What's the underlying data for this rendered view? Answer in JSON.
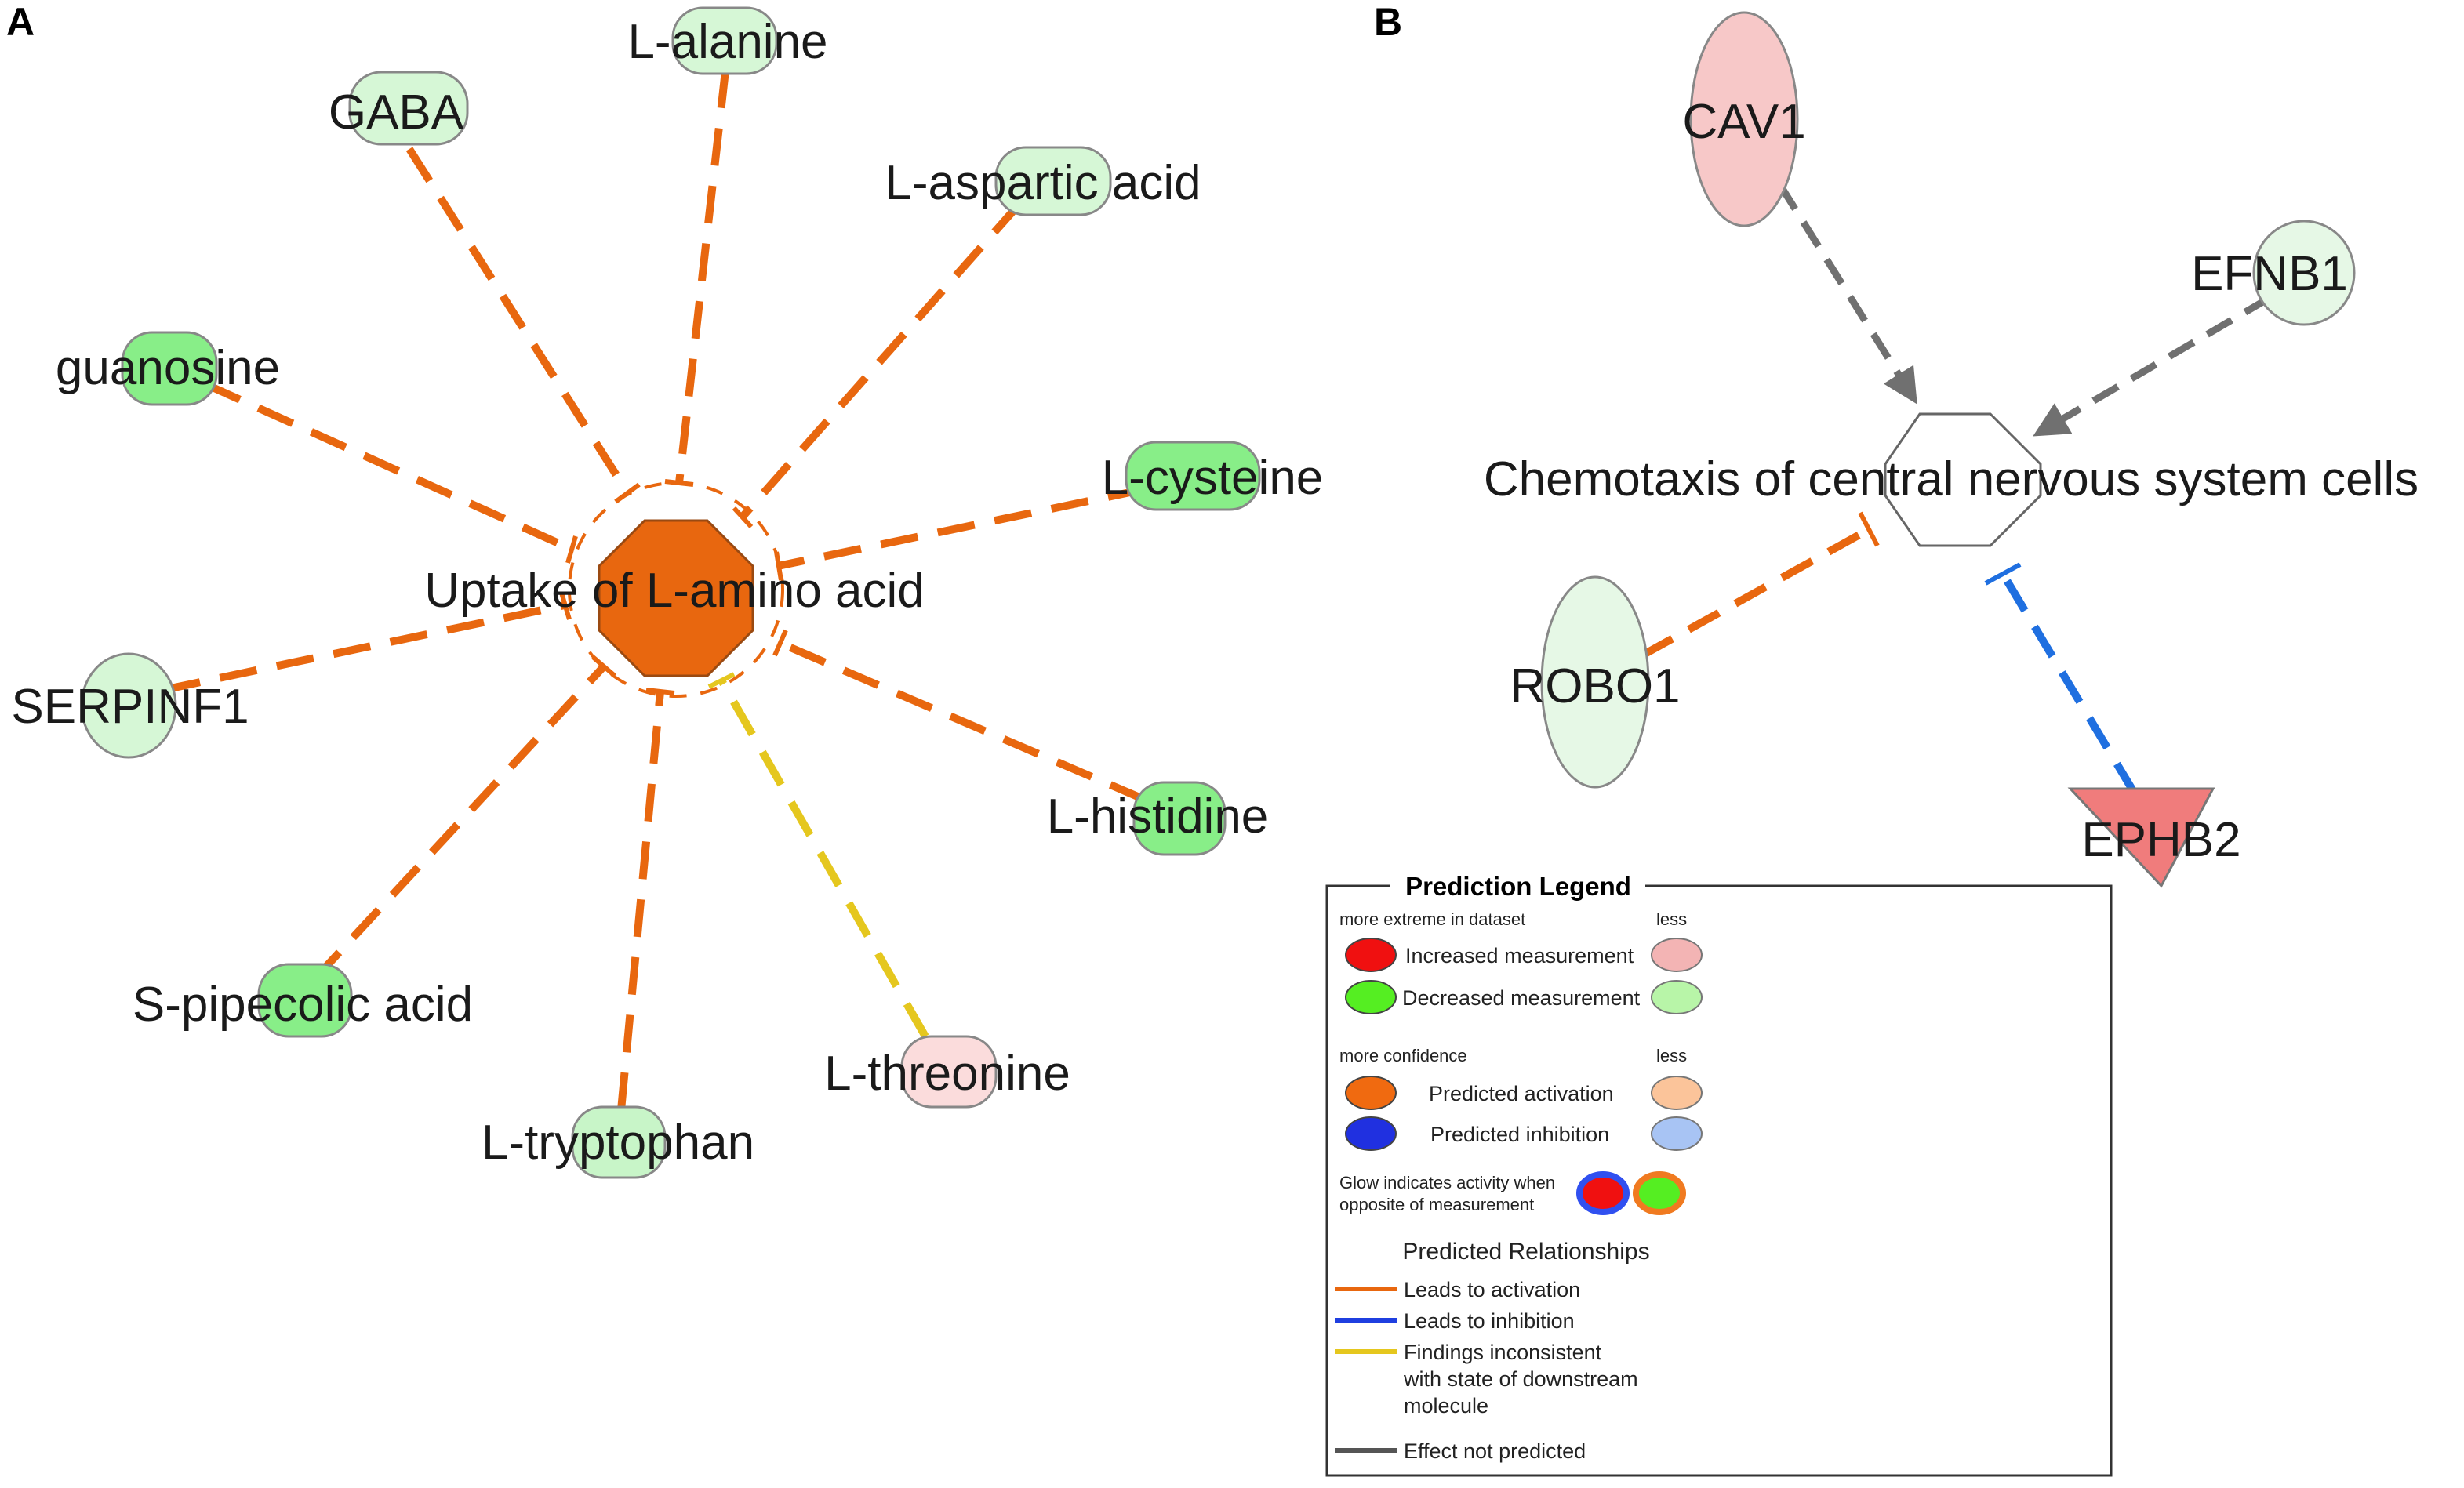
{
  "panels": {
    "a": "A",
    "b": "B"
  },
  "diagram_a": {
    "center": "Uptake of L-amino acid",
    "nodes": {
      "gaba": "GABA",
      "alanine": "L-alanine",
      "aspartic": "L-aspartic acid",
      "guanosine": "guanosine",
      "cysteine": "L-cysteine",
      "serpinf1": "SERPINF1",
      "histidine": "L-histidine",
      "pipecolic": "S-pipecolic acid",
      "threonine": "L-threonine",
      "tryptophan": "L-tryptophan"
    }
  },
  "diagram_b": {
    "center": "Chemotaxis of central nervous system cells",
    "nodes": {
      "cav1": "CAV1",
      "efnb1": "EFNB1",
      "robo1": "ROBO1",
      "ephb2": "EPHB2"
    }
  },
  "legend": {
    "title": "Prediction Legend",
    "more_extreme": "more extreme in dataset",
    "less_1": "less",
    "increased": "Increased measurement",
    "decreased": "Decreased measurement",
    "more_confidence": "more confidence",
    "less_2": "less",
    "activation": "Predicted activation",
    "inhibition": "Predicted inhibition",
    "glow_line1": "Glow indicates activity when",
    "glow_line2": "opposite of measurement",
    "relationships_title": "Predicted Relationships",
    "leads_activation": "Leads to activation",
    "leads_inhibition": "Leads to inhibition",
    "inconsistent_1": "Findings inconsistent",
    "inconsistent_2": "with state of downstream",
    "inconsistent_3": "molecule",
    "not_predicted": "Effect not predicted"
  },
  "colors": {
    "activation": "#E8670F",
    "inhibition": "#1F6FE0",
    "inconsistent": "#E5C71E",
    "not_predicted": "#707070",
    "decreased_strong": "#88EE88",
    "decreased_light": "#D6F7D6",
    "increased_light": "#F7C8C8",
    "increased_strong": "#F07C7C",
    "center_fill": "#E8670F"
  }
}
